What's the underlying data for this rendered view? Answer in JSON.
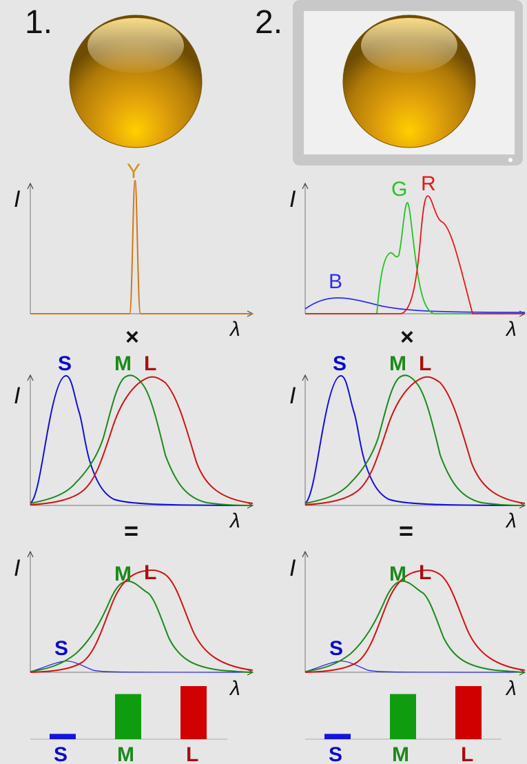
{
  "scenarios": [
    {
      "number": "1."
    },
    {
      "number": "2."
    }
  ],
  "axis_labels": {
    "y": "I",
    "x": "λ"
  },
  "operators": {
    "multiply": "×",
    "equals": "="
  },
  "spectra": {
    "yellow_light": {
      "label": "Y",
      "color": "#d07818"
    },
    "rgb_display": [
      {
        "label": "B",
        "color": "#2f2fe8"
      },
      {
        "label": "G",
        "color": "#22c322"
      },
      {
        "label": "R",
        "color": "#e51818"
      }
    ]
  },
  "cones": [
    {
      "label": "S",
      "color": "#0b0bc8",
      "bar_color": "#1414e0",
      "response_level": 0.1
    },
    {
      "label": "M",
      "color": "#1a8a1a",
      "bar_color": "#0f9d0f",
      "response_level": 0.85
    },
    {
      "label": "L",
      "color": "#a51010",
      "bar_color": "#d10000",
      "response_level": 1.0
    }
  ],
  "colors": {
    "sphere_gold": "#e2a80c",
    "monitor_frame": "#c8c8c8",
    "monitor_screen": "#f0f0f0"
  }
}
